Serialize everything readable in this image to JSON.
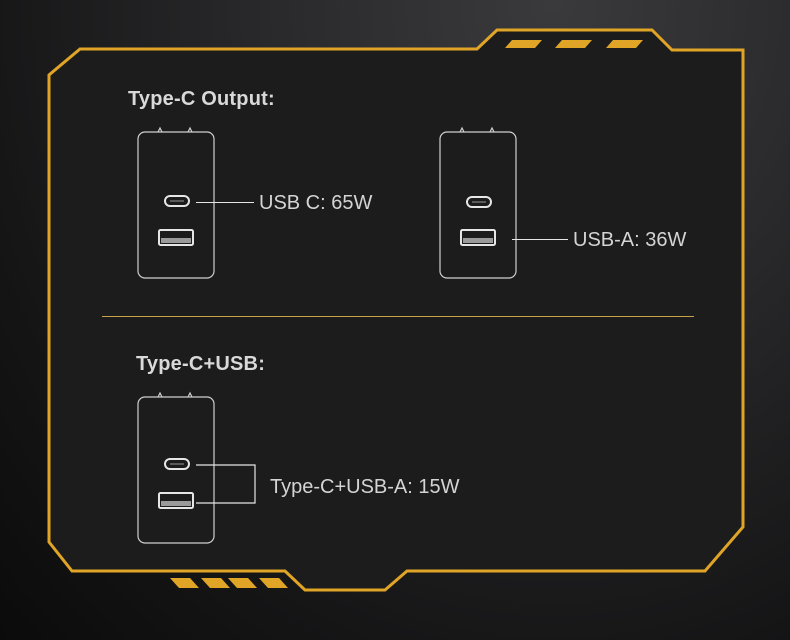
{
  "colors": {
    "accent": "#e0a526",
    "panel": "#1c1c1c",
    "text": "#d4d4d4",
    "outline": "#cfcfcf"
  },
  "sections": [
    {
      "title": "Type-C Output:",
      "items": [
        {
          "label": "USB C: 65W",
          "port": "usb-c"
        },
        {
          "label": "USB-A: 36W",
          "port": "usb-a"
        }
      ]
    },
    {
      "title": "Type-C+USB:",
      "items": [
        {
          "label": "Type-C+USB-A: 15W",
          "port": "usb-c+usb-a"
        }
      ]
    }
  ],
  "icons": {
    "charger": "charger-icon",
    "usb_c_port": "usb-c-port-icon",
    "usb_a_port": "usb-a-port-icon"
  }
}
